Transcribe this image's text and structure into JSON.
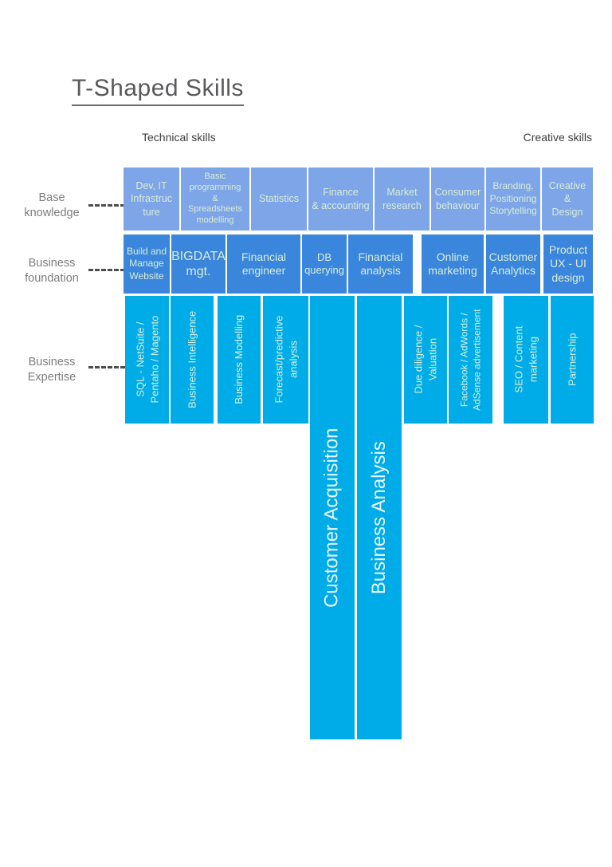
{
  "title": "T-Shaped Skills",
  "headings": {
    "technical": "Technical skills",
    "creative": "Creative skills"
  },
  "row_labels": {
    "base": "Base\nknowledge",
    "foundation": "Business\nfoundation",
    "expertise": "Business\nExpertise"
  },
  "colors": {
    "base_row_bg": "#7da5e8",
    "foundation_row_bg": "#3a86dd",
    "expertise_row_bg": "#00ace8",
    "box_text": "#d8edd5",
    "tall_text": "#e9f6fd",
    "title_text": "#58595b",
    "label_text": "#7d7d7d"
  },
  "grid": {
    "base_row": [
      {
        "label": "Dev, IT\nInfrastruc\nture"
      },
      {
        "label": "Basic\nprogramming\n&\nSpreadsheets\nmodelling"
      },
      {
        "label": "Statistics"
      },
      {
        "label": "Finance\n& accounting"
      },
      {
        "label": "Market\nresearch"
      },
      {
        "label": "Consumer\nbehaviour"
      },
      {
        "label": "Branding,\nPositioning\nStorytelling"
      },
      {
        "label": "Creative\n&\nDesign"
      }
    ],
    "foundation_row": [
      {
        "label": "Build and\nManage\nWebsite"
      },
      {
        "label": "BIGDATA\nmgt."
      },
      {
        "label": "Financial\nengineer"
      },
      {
        "label": "DB\nquerying"
      },
      {
        "label": "Financial\nanalysis"
      },
      {
        "label": "Online\nmarketing"
      },
      {
        "label": "Customer\nAnalytics"
      },
      {
        "label": "Product\nUX - UI\ndesign"
      }
    ],
    "expertise_left": [
      {
        "label": "SQL - NetSuite /\nPentaho / Magento"
      },
      {
        "label": "Business Intelligence"
      },
      {
        "label": "Business Modelling"
      },
      {
        "label": "Forecast/predictive\nanalysis"
      }
    ],
    "expertise_tall": [
      {
        "label": "Customer Acquisition"
      },
      {
        "label": "Business Analysis"
      }
    ],
    "expertise_right": [
      {
        "label": "Due diligence /\nValuation"
      },
      {
        "label": "Facebook / AdWords /\nAdSense advertisement"
      },
      {
        "label": "SEO / Content\nmarketing"
      },
      {
        "label": "Partnership"
      }
    ]
  }
}
